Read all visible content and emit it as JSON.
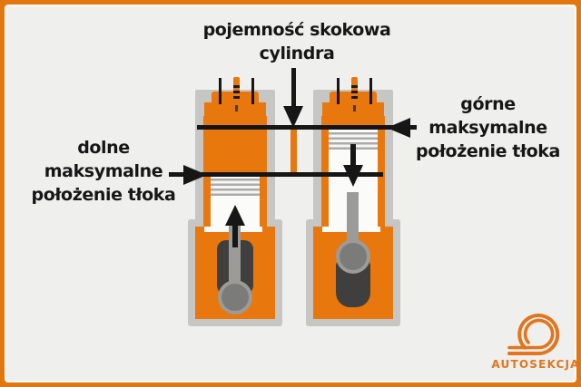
{
  "title_label": {
    "line1": "pojemność skokowa",
    "line2": "cylindra"
  },
  "left_label": {
    "line1": "dolne",
    "line2": "maksymalne",
    "line3": "położenie tłoka"
  },
  "right_label": {
    "line1": "górne",
    "line2": "maksymalne",
    "line3": "położenie tłoka"
  },
  "logo": {
    "text": "AUTOSEKCJA",
    "mark": "spiral-loop-icon"
  },
  "colors": {
    "frame_orange": "#e2760f",
    "background": "#efefee",
    "engine_orange": "#e8770d",
    "metal_gray": "#c6c6c4",
    "rod_gray": "#9b9b99",
    "crank_gray": "#7b7b79",
    "dark_gray": "#3f3f3e",
    "line_black": "#161616",
    "logo_orange": "#e2751d",
    "white": "#fbfbfa"
  }
}
